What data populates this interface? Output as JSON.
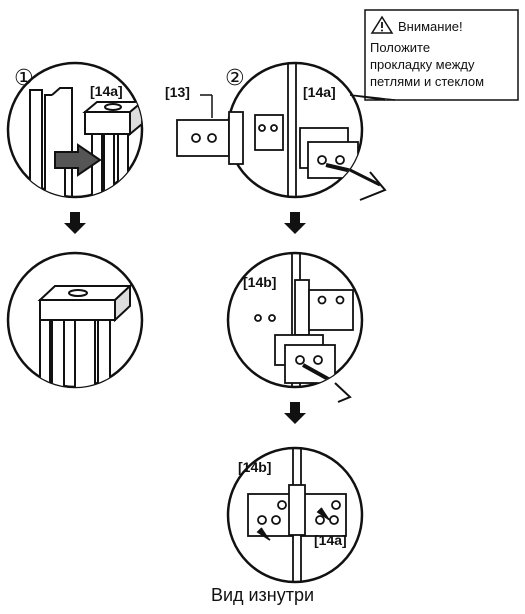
{
  "step1": {
    "number": "①",
    "part_label": "[14a]"
  },
  "step2": {
    "number": "②",
    "part_label_hinge": "[13]",
    "part_label_gasket": "[14a]"
  },
  "warning": {
    "icon": "warning-triangle-icon",
    "title": "Внимание!",
    "lines": [
      "Положите",
      "прокладку между",
      "петлями и стеклом"
    ]
  },
  "step3": {
    "part_label": "[14b]"
  },
  "step4": {
    "part_label_top": "[14b]",
    "part_label_bottom": "[14a]"
  },
  "caption": "Вид изнутри"
}
